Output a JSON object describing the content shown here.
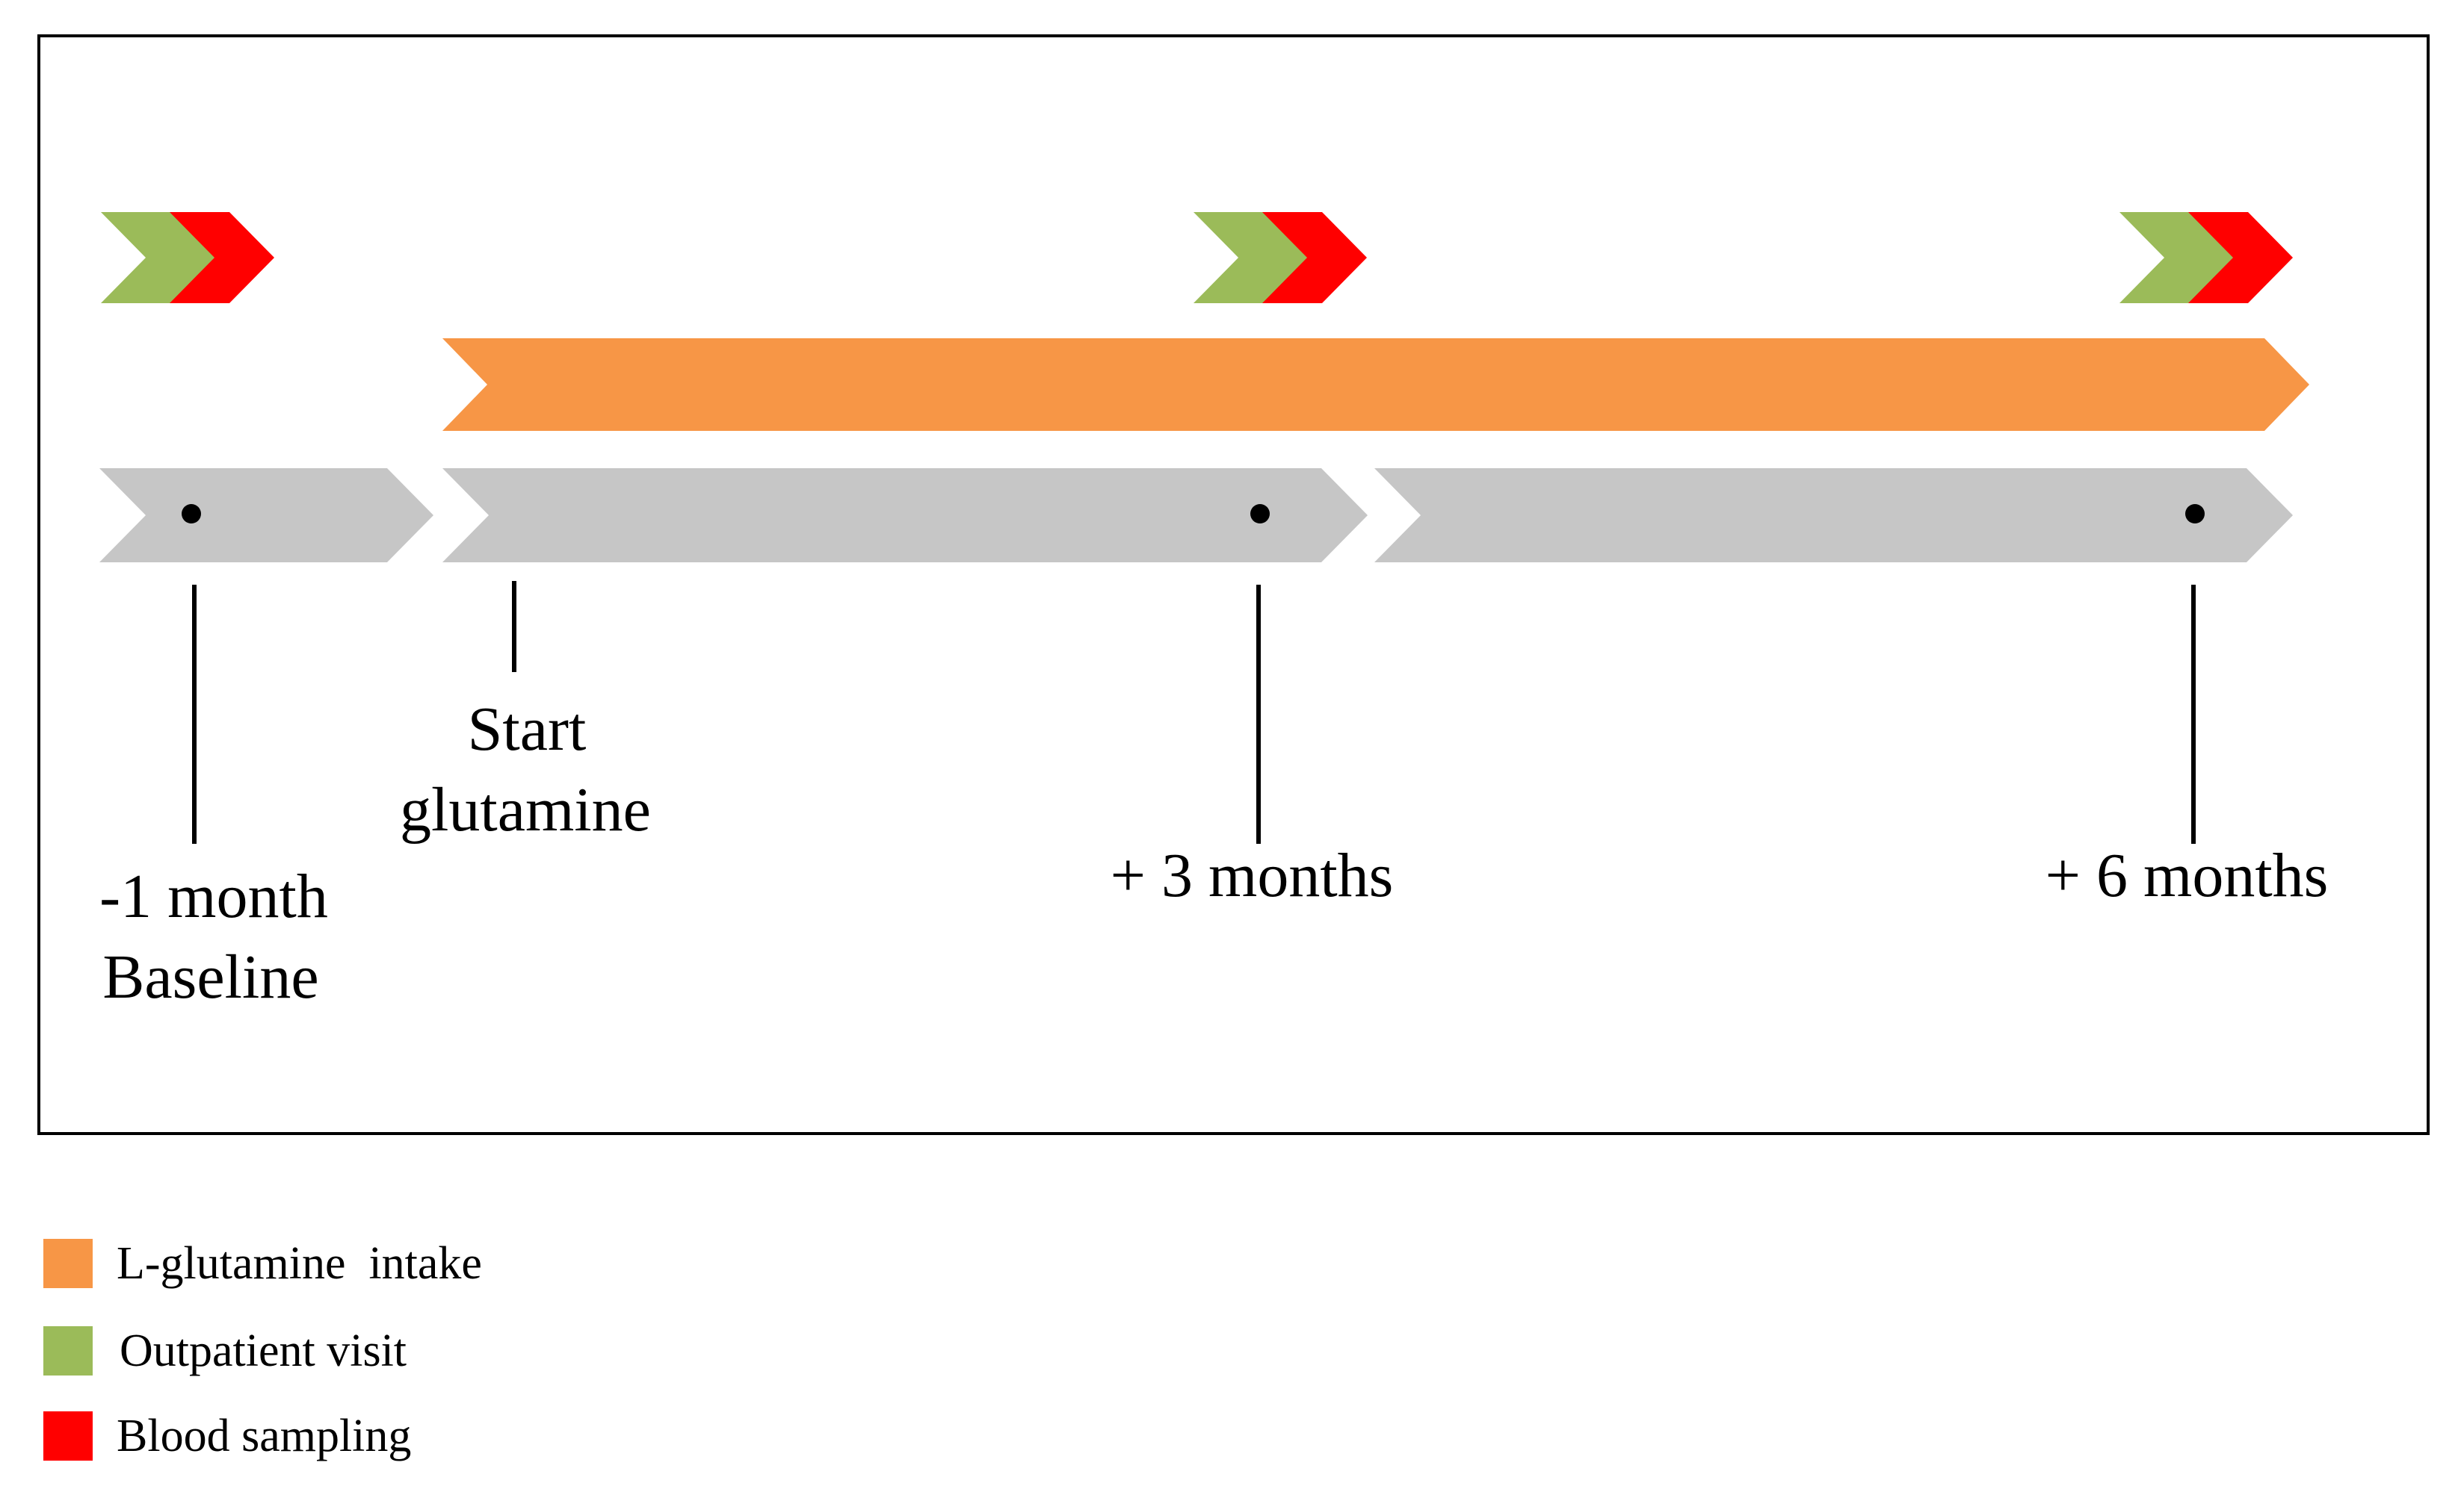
{
  "colors": {
    "timeline_gray": "#c6c6c6",
    "glutamine_orange": "#f79646",
    "visit_green": "#9bbb59",
    "blood_red": "#ff0000",
    "frame": "#000000"
  },
  "timepoints": [
    {
      "id": "baseline",
      "label_lines": [
        "-1 month",
        "Baseline"
      ],
      "has_visit": true,
      "has_blood": true
    },
    {
      "id": "start",
      "label_lines": [
        "Start",
        "glutamine"
      ],
      "has_visit": false,
      "has_blood": false
    },
    {
      "id": "three-months",
      "label_lines": [
        "+ 3 months"
      ],
      "has_visit": true,
      "has_blood": true
    },
    {
      "id": "six-months",
      "label_lines": [
        "+ 6 months"
      ],
      "has_visit": true,
      "has_blood": true
    }
  ],
  "legend": [
    {
      "id": "glutamine",
      "label": "L-glutamine  intake",
      "color": "#f79646",
      "icon": "orange-square-icon"
    },
    {
      "id": "visit",
      "label": "Outpatient visit",
      "color": "#9bbb59",
      "icon": "green-square-icon"
    },
    {
      "id": "blood",
      "label": "Blood sampling",
      "color": "#ff0000",
      "icon": "red-square-icon"
    }
  ]
}
